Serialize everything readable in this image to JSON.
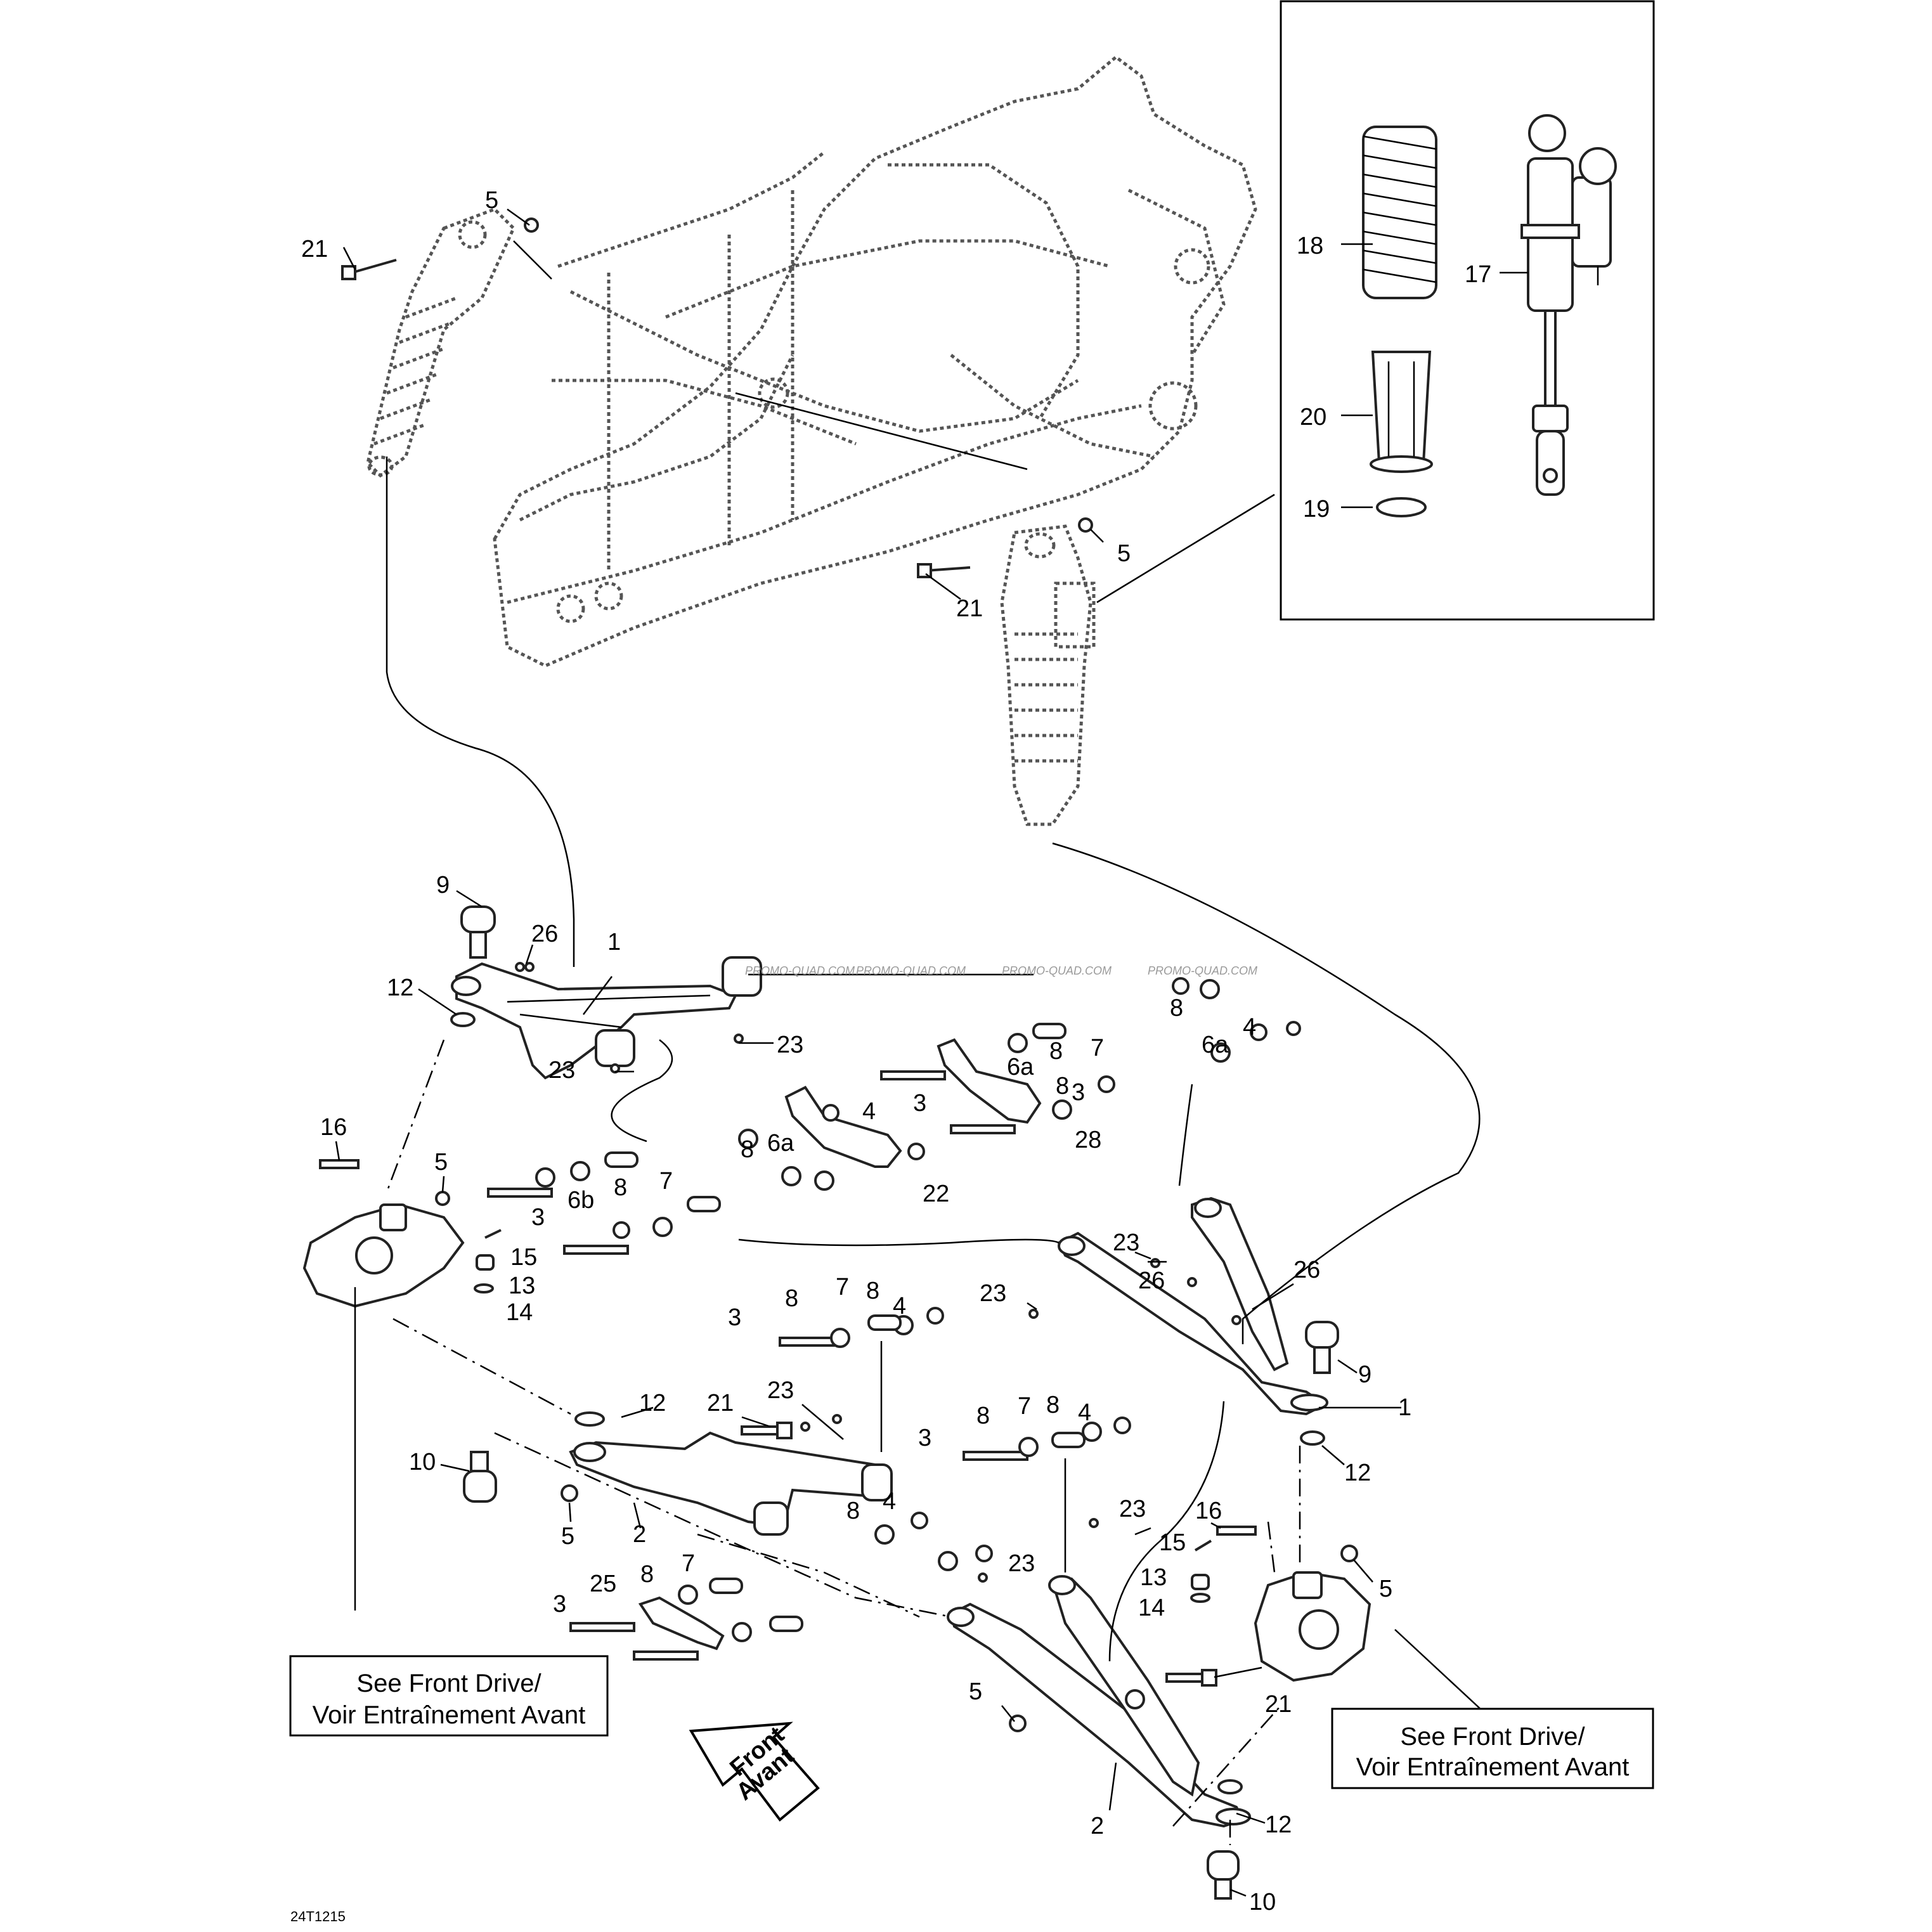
{
  "diagram_id": "24T1215",
  "watermark": "PROMO-QUAD.COM",
  "direction_arrow": {
    "line1": "Front",
    "line2": "Avant"
  },
  "reference_boxes": [
    {
      "line1": "See Front Drive/",
      "line2": "Voir Entraînement Avant"
    },
    {
      "line1": "See Front Drive/",
      "line2": "Voir Entraînement Avant"
    }
  ],
  "callouts": {
    "c01": "1",
    "c02": "1",
    "c03": "2",
    "c04": "2",
    "c05": "3",
    "c06": "3",
    "c07": "3",
    "c08": "3",
    "c09": "3",
    "c10": "3",
    "c11": "4",
    "c12": "4",
    "c13": "4",
    "c14": "4",
    "c15": "4",
    "c16": "5",
    "c17": "5",
    "c18": "5",
    "c19": "5",
    "c20": "5",
    "c21": "5",
    "c22": "6a",
    "c23": "6a",
    "c24": "6a",
    "c25": "6b",
    "c26": "7",
    "c27": "7",
    "c28": "7",
    "c29": "7",
    "c30": "7",
    "c31": "8",
    "c32": "8",
    "c33": "8",
    "c34": "8",
    "c35": "8",
    "c36": "8",
    "c37": "8",
    "c38": "8",
    "c39": "8",
    "c40": "8",
    "c41": "8",
    "c42": "9",
    "c43": "9",
    "c44": "10",
    "c45": "10",
    "c46": "12",
    "c47": "12",
    "c48": "12",
    "c49": "12",
    "c50": "13",
    "c51": "13",
    "c52": "14",
    "c53": "14",
    "c54": "15",
    "c55": "15",
    "c56": "16",
    "c57": "16",
    "c58": "17",
    "c59": "18",
    "c60": "19",
    "c61": "20",
    "c62": "21",
    "c63": "21",
    "c64": "21",
    "c65": "21",
    "c66": "22",
    "c67": "23",
    "c68": "23",
    "c69": "23",
    "c70": "23",
    "c71": "23",
    "c72": "23",
    "c73": "23",
    "c74": "25",
    "c75": "26",
    "c76": "26",
    "c77": "26",
    "c78": "28"
  }
}
